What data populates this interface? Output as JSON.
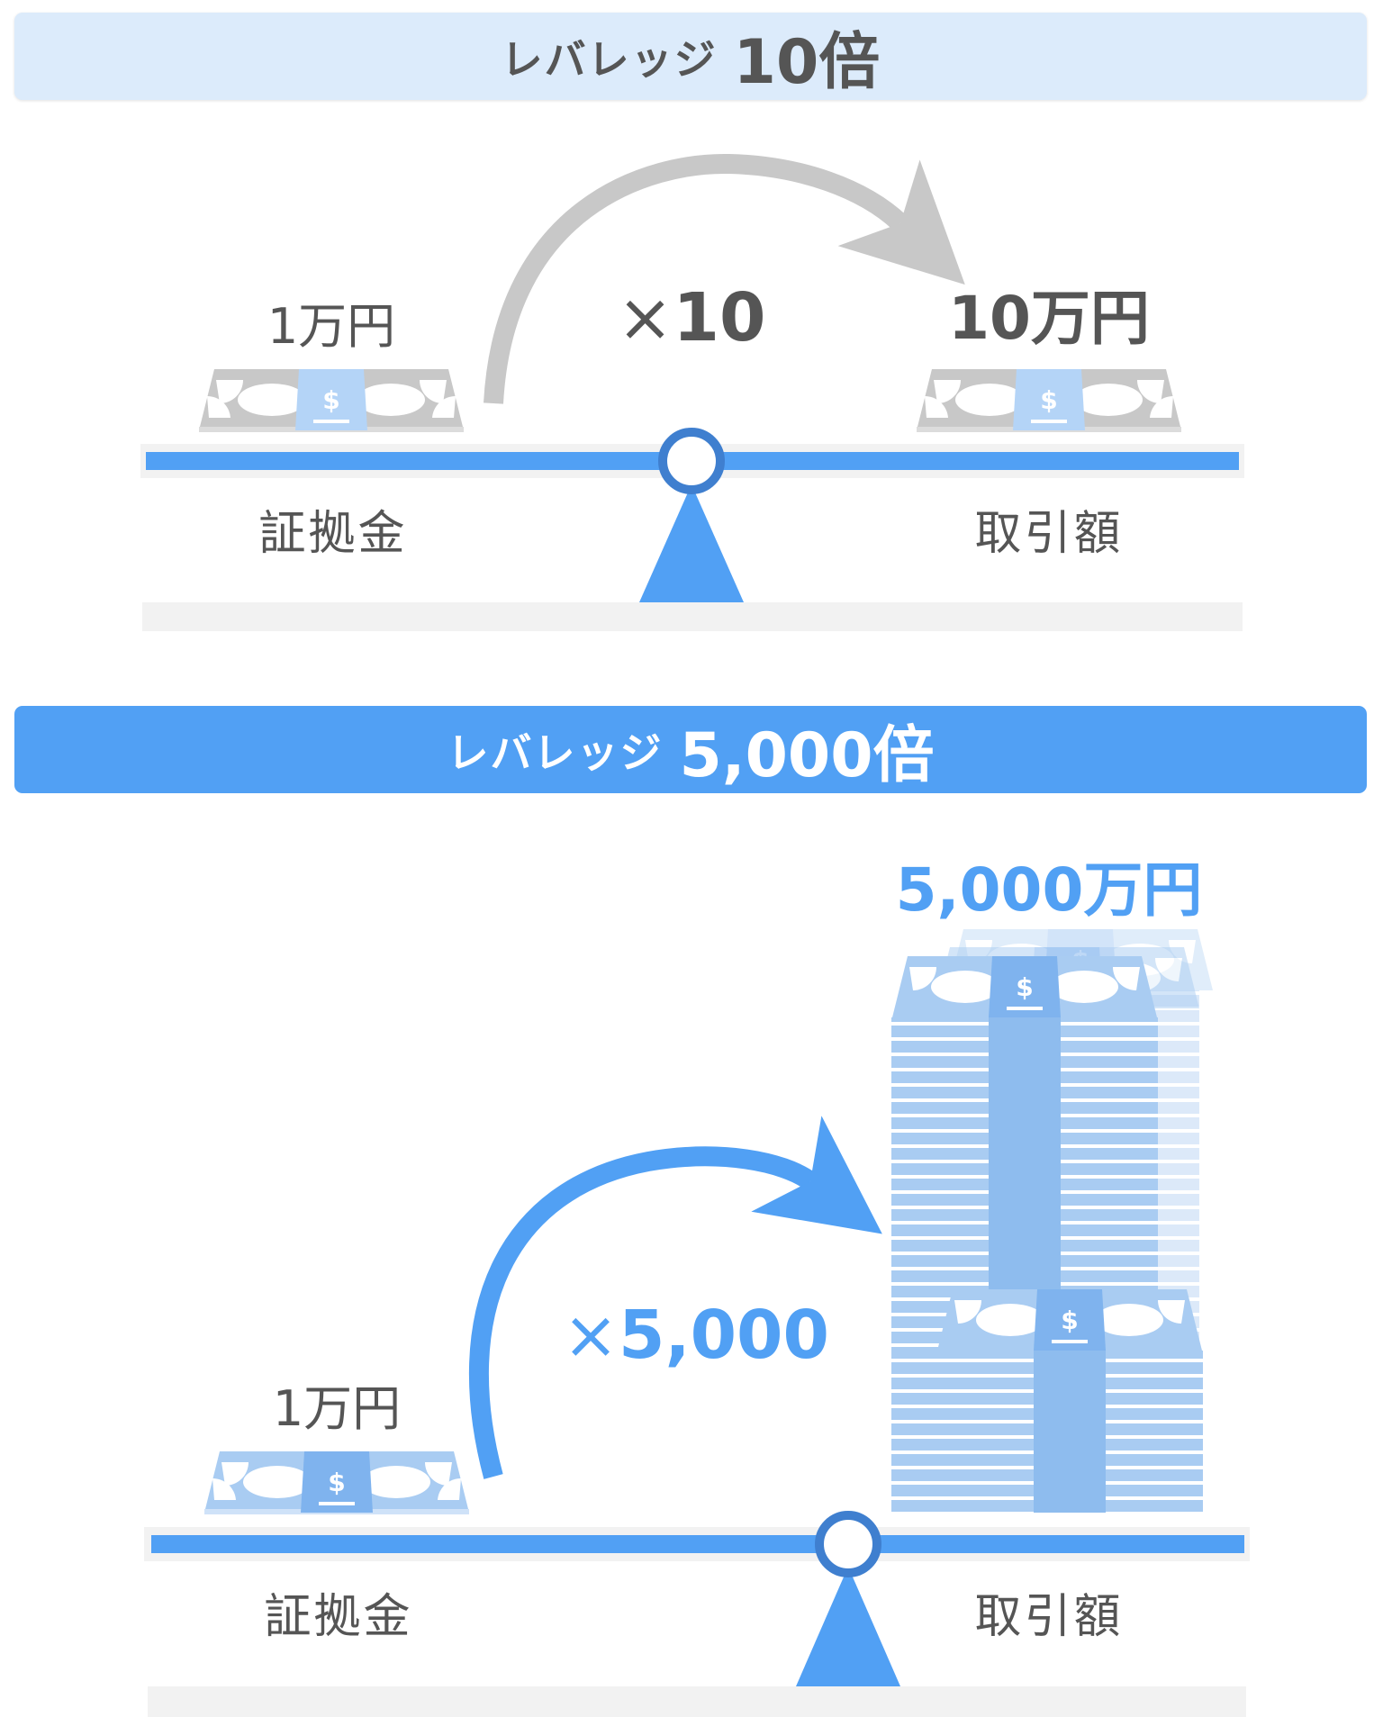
{
  "panels": [
    {
      "header_kana": "レバレッジ",
      "header_value": "10倍",
      "margin_amount": "1万円",
      "multiplier_symbol": "×",
      "multiplier_value": "10",
      "trade_amount": "10万円",
      "margin_label": "証拠金",
      "trade_label": "取引額"
    },
    {
      "header_kana": "レバレッジ",
      "header_value": "5,000倍",
      "margin_amount": "1万円",
      "multiplier_symbol": "×",
      "multiplier_value": "5,000",
      "trade_amount": "5,000万円",
      "margin_label": "証拠金",
      "trade_label": "取引額"
    }
  ],
  "icons": {
    "banknote": "banknote-bundle-icon",
    "money_stack": "money-stack-icon",
    "arrow": "curved-arrow-icon",
    "fulcrum": "seesaw-fulcrum-icon"
  },
  "colors": {
    "accent_blue": "#51a0f4",
    "light_blue_header": "#dcebfb",
    "text_gray": "#555555",
    "note_gray": "#c8c8c8",
    "note_light_blue": "#a9ccf2",
    "base_gray": "#f2f2f2"
  }
}
